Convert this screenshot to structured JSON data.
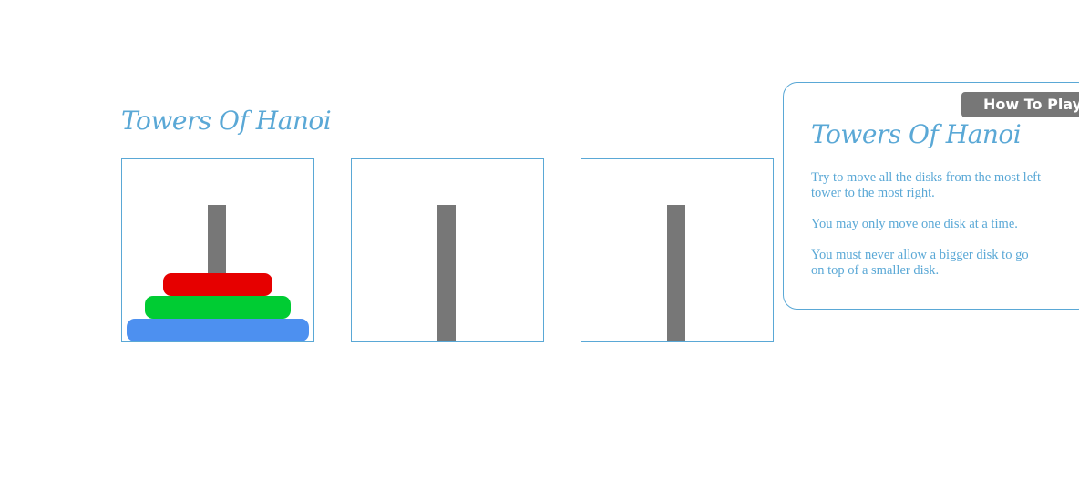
{
  "game": {
    "title": "Towers Of Hanoi",
    "towers": [
      {
        "name": "tower-1",
        "disks": [
          {
            "size": "small",
            "color": "#e60000"
          },
          {
            "size": "medium",
            "color": "#00cc33"
          },
          {
            "size": "large",
            "color": "#4d90f0"
          }
        ]
      },
      {
        "name": "tower-2",
        "disks": []
      },
      {
        "name": "tower-3",
        "disks": []
      }
    ],
    "peg_color": "#777777",
    "accent_color": "#5aa8d6"
  },
  "info_panel": {
    "how_to_play_label": "How To Play",
    "title": "Towers Of Hanoi",
    "instructions": [
      "Try to move all the disks from the most left tower to the most right.",
      "You may only move one disk at a time.",
      "You must never allow a bigger disk to go on top of a smaller disk."
    ]
  }
}
